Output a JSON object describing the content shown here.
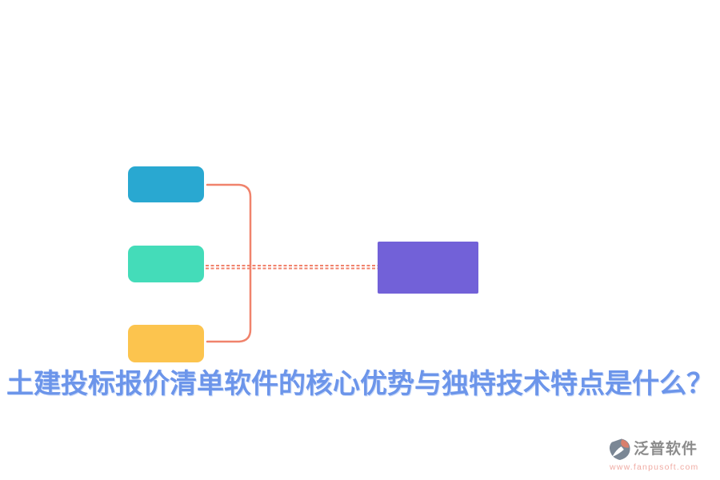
{
  "title": {
    "text": "土建投标报价清单软件的核心优势与独特技术特点是什么？",
    "color": "#6c95ea"
  },
  "diagram": {
    "nodes": [
      {
        "id": "topic-1",
        "color": "#29a8d1"
      },
      {
        "id": "topic-2",
        "color": "#44dcb9"
      },
      {
        "id": "topic-3",
        "color": "#fcc44e"
      },
      {
        "id": "main",
        "color": "#7261d8"
      }
    ],
    "connector_color": "#f0836c"
  },
  "footer": {
    "brand": "泛普软件",
    "brand_color": "#8c8c8c",
    "url": "www.fanpusoft.com",
    "url_color": "#f0aca4",
    "logo_body_color": "#7b8795",
    "logo_leaf_color": "#d97f6d"
  }
}
